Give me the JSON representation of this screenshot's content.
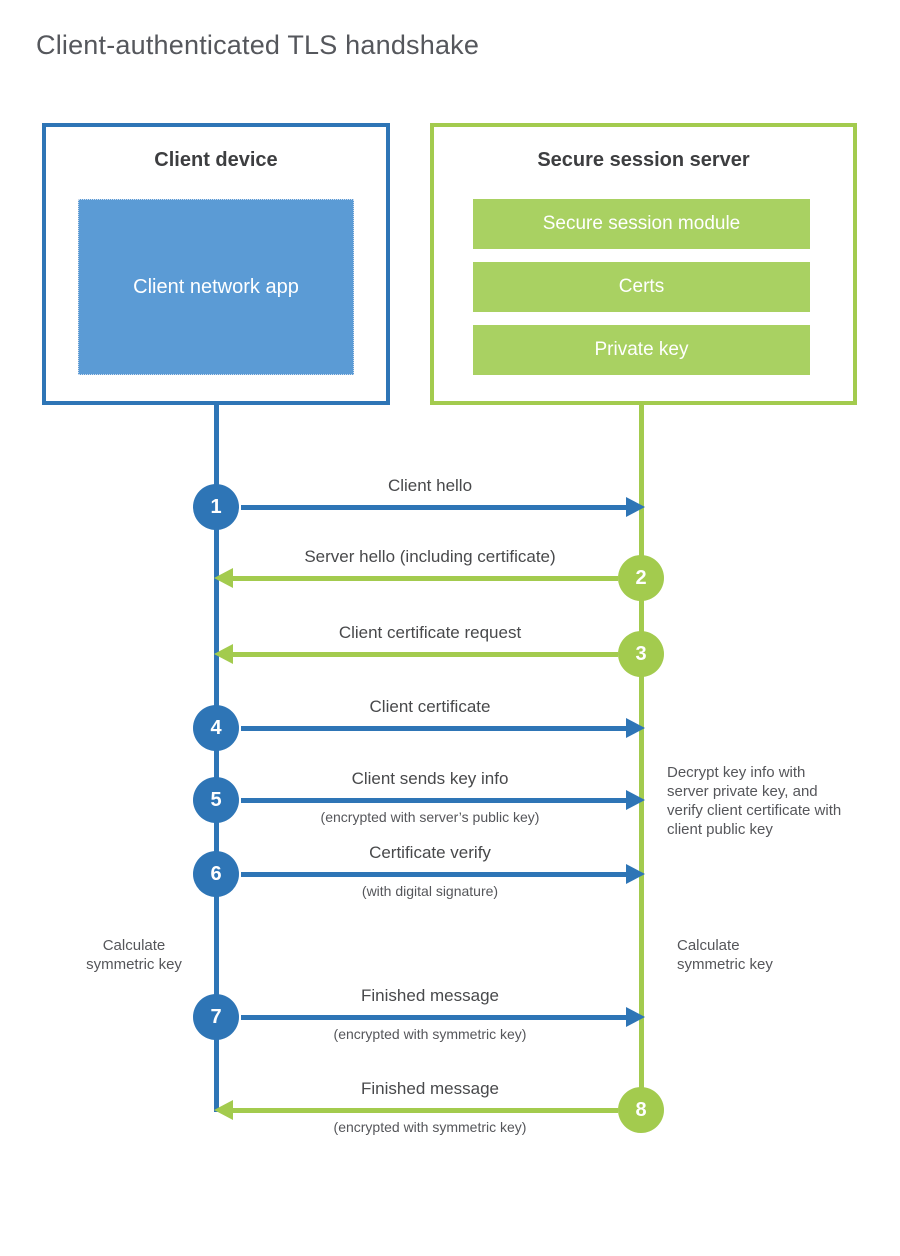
{
  "title": "Client-authenticated TLS handshake",
  "colors": {
    "blue_accent": "#2e75b6",
    "blue_fill": "#5b9bd5",
    "green_accent": "#a3cb4e",
    "green_fill": "#a9d162",
    "title_text": "#55575c",
    "heading_text": "#3d3e40",
    "label_text": "#48494b"
  },
  "client": {
    "title": "Client device",
    "app_label": "Client network app"
  },
  "server": {
    "title": "Secure session server",
    "modules": [
      "Secure session module",
      "Certs",
      "Private key"
    ]
  },
  "steps": [
    {
      "num": "1",
      "from": "client",
      "to": "server",
      "label": "Client hello",
      "sub": ""
    },
    {
      "num": "2",
      "from": "server",
      "to": "client",
      "label": "Server hello (including certificate)",
      "sub": ""
    },
    {
      "num": "3",
      "from": "server",
      "to": "client",
      "label": "Client certificate request",
      "sub": ""
    },
    {
      "num": "4",
      "from": "client",
      "to": "server",
      "label": "Client certificate",
      "sub": ""
    },
    {
      "num": "5",
      "from": "client",
      "to": "server",
      "label": "Client sends key info",
      "sub": "(encrypted with server’s public key)"
    },
    {
      "num": "6",
      "from": "client",
      "to": "server",
      "label": "Certificate verify",
      "sub": "(with digital signature)"
    },
    {
      "num": "7",
      "from": "client",
      "to": "server",
      "label": "Finished message",
      "sub": "(encrypted with symmetric key)"
    },
    {
      "num": "8",
      "from": "server",
      "to": "client",
      "label": "Finished message",
      "sub": "(encrypted with symmetric key)"
    }
  ],
  "annotations": {
    "decrypt_note": "Decrypt key info with server private key, and verify client certificate with client public key",
    "calc_left": "Calculate symmetric key",
    "calc_right": "Calculate symmetric key"
  }
}
